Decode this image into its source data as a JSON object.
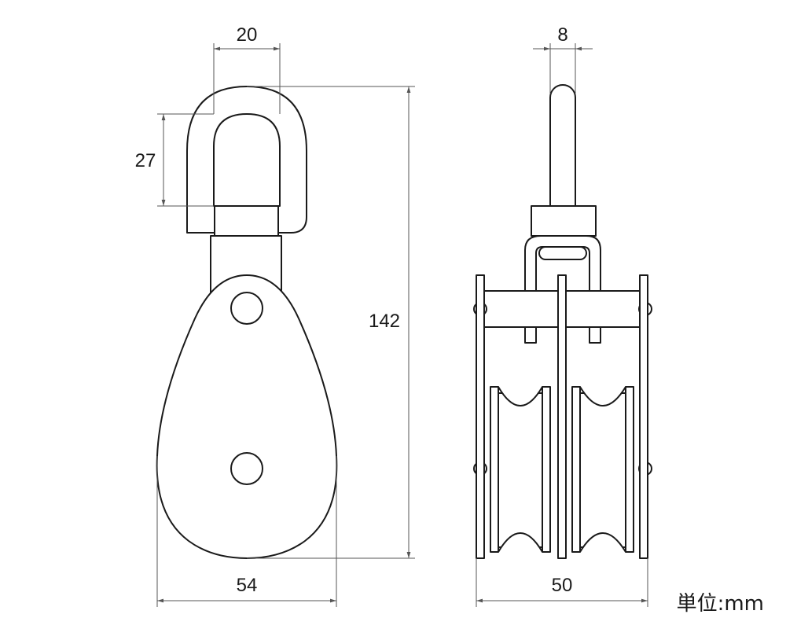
{
  "dimensions": {
    "eye_inner_width": "20",
    "eye_inner_height": "27",
    "overall_height": "142",
    "sheave_width": "54",
    "pin_width": "8",
    "overall_width": "50"
  },
  "unit_label": "単位:mm",
  "colors": {
    "line": "#1a1a1a",
    "dimension": "#555555",
    "background": "#ffffff"
  }
}
